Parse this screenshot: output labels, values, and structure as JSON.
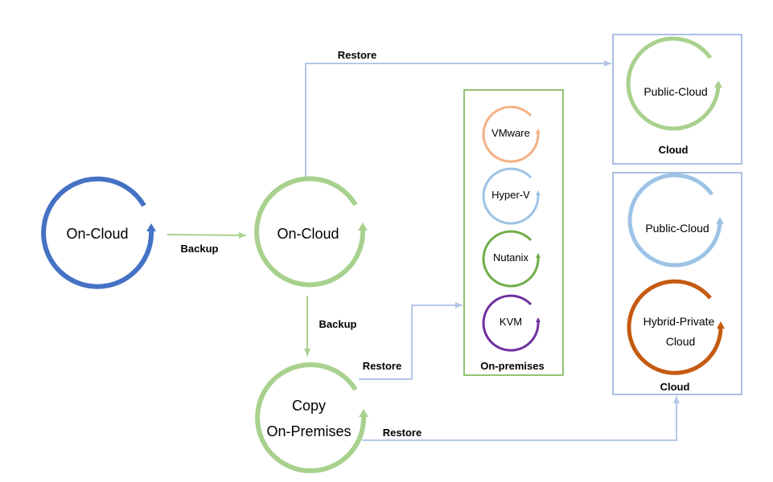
{
  "nodes": {
    "source": "On-Cloud",
    "primary": "On-Cloud",
    "copy_line1": "Copy",
    "copy_line2": "On-Premises"
  },
  "edges": {
    "backup_right": "Backup",
    "backup_down": "Backup",
    "restore_top": "Restore",
    "restore_mid": "Restore",
    "restore_bottom": "Restore"
  },
  "on_premises": {
    "title": "On-premises",
    "items": [
      "VMware",
      "Hyper-V",
      "Nutanix",
      "KVM"
    ]
  },
  "cloud_top": {
    "title": "Cloud",
    "item": "Public-Cloud"
  },
  "cloud_bottom": {
    "title": "Cloud",
    "item1": "Public-Cloud",
    "item2_line1": "Hybrid-Private",
    "item2_line2": "Cloud"
  },
  "colors": {
    "blue_dark": "#4472c4",
    "green": "#a9d18e",
    "green_bright": "#70ad47",
    "orange_light": "#f4b183",
    "blue_light": "#9dc3e6",
    "purple": "#7030a0",
    "orange_dark": "#c55a11",
    "box_blue": "#8faadc",
    "connector": "#b4c7e7"
  }
}
